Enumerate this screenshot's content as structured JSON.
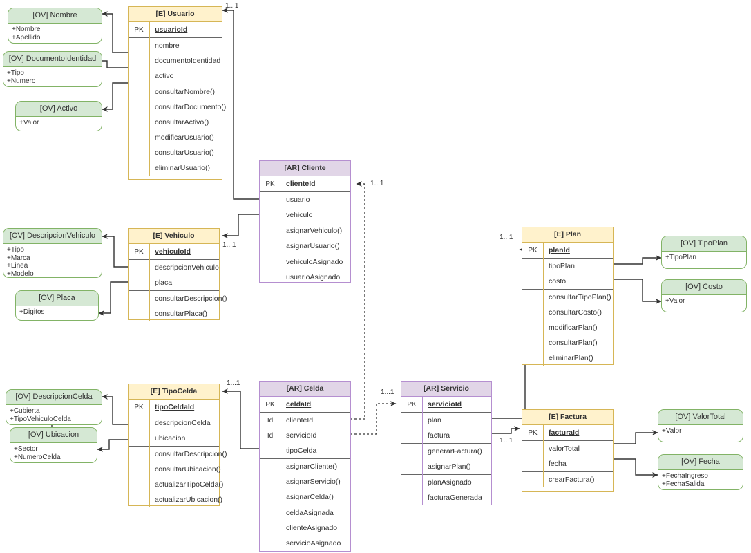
{
  "diagram": {
    "kind": "uml-class-diagram",
    "stereotypes": {
      "entity": "[E]",
      "aggregate_root": "[AR]",
      "object_value": "[OV]"
    },
    "colors": {
      "entity_header": "#fff2cc",
      "entity_border": "#d6b656",
      "aggregate_header": "#e1d5e7",
      "aggregate_border": "#b58fd0",
      "value_header": "#d5e8d4",
      "value_border": "#82b366",
      "line": "#333333",
      "section_separator": "#666666"
    }
  },
  "classes": {
    "usuario": {
      "title": "[E] Usuario",
      "rows": [
        {
          "gutter": "PK",
          "name": "usuarioId",
          "pk": true
        },
        {
          "sep": true
        },
        {
          "gutter": "",
          "name": "nombre"
        },
        {
          "gutter": "",
          "name": "documentoIdentidad"
        },
        {
          "gutter": "",
          "name": "activo"
        },
        {
          "sep": true
        },
        {
          "gutter": "",
          "name": "consultarNombre()"
        },
        {
          "gutter": "",
          "name": "consultarDocumento()"
        },
        {
          "gutter": "",
          "name": "consultarActivo()"
        },
        {
          "gutter": "",
          "name": "modificarUsuario()"
        },
        {
          "gutter": "",
          "name": "consultarUsuario()"
        },
        {
          "gutter": "",
          "name": "eliminarUsuario()"
        }
      ]
    },
    "cliente": {
      "title": "[AR] Cliente",
      "rows": [
        {
          "gutter": "PK",
          "name": "clienteId",
          "pk": true
        },
        {
          "sep": true
        },
        {
          "gutter": "",
          "name": "usuario"
        },
        {
          "gutter": "",
          "name": "vehiculo"
        },
        {
          "sep": true
        },
        {
          "gutter": "",
          "name": "asignarVehiculo()"
        },
        {
          "gutter": "",
          "name": "asignarUsuario()"
        },
        {
          "sep": true
        },
        {
          "gutter": "",
          "name": "vehiculoAsignado"
        },
        {
          "gutter": "",
          "name": "usuarioAsignado"
        }
      ]
    },
    "vehiculo": {
      "title": "[E] Vehiculo",
      "rows": [
        {
          "gutter": "PK",
          "name": "vehiculoId",
          "pk": true
        },
        {
          "sep": true
        },
        {
          "gutter": "",
          "name": "descripcionVehiculo"
        },
        {
          "gutter": "",
          "name": "placa"
        },
        {
          "sep": true
        },
        {
          "gutter": "",
          "name": "consultarDescripcion()"
        },
        {
          "gutter": "",
          "name": "consultarPlaca()"
        }
      ]
    },
    "tipocelda": {
      "title": "[E] TipoCelda",
      "rows": [
        {
          "gutter": "PK",
          "name": "tipoCeldaId",
          "pk": true
        },
        {
          "sep": true
        },
        {
          "gutter": "",
          "name": "descripcionCelda"
        },
        {
          "gutter": "",
          "name": "ubicacion"
        },
        {
          "sep": true
        },
        {
          "gutter": "",
          "name": "consultarDescripcion()"
        },
        {
          "gutter": "",
          "name": "consultarUbicacion()"
        },
        {
          "gutter": "",
          "name": "actualizarTipoCelda()"
        },
        {
          "gutter": "",
          "name": "actualizarUbicacion()"
        }
      ]
    },
    "celda": {
      "title": "[AR] Celda",
      "rows": [
        {
          "gutter": "PK",
          "name": "celdaId",
          "pk": true
        },
        {
          "sep": true
        },
        {
          "gutter": "Id",
          "name": "clienteId"
        },
        {
          "gutter": "Id",
          "name": "servicioId"
        },
        {
          "gutter": "",
          "name": "tipoCelda"
        },
        {
          "sep": true
        },
        {
          "gutter": "",
          "name": "asignarCliente()"
        },
        {
          "gutter": "",
          "name": "asignarServicio()"
        },
        {
          "gutter": "",
          "name": "asignarCelda()"
        },
        {
          "sep": true
        },
        {
          "gutter": "",
          "name": "celdaAsignada"
        },
        {
          "gutter": "",
          "name": "clienteAsignado"
        },
        {
          "gutter": "",
          "name": "servicioAsignado"
        }
      ]
    },
    "servicio": {
      "title": "[AR] Servicio",
      "rows": [
        {
          "gutter": "PK",
          "name": "servicioId",
          "pk": true
        },
        {
          "sep": true
        },
        {
          "gutter": "",
          "name": "plan"
        },
        {
          "gutter": "",
          "name": "factura"
        },
        {
          "sep": true
        },
        {
          "gutter": "",
          "name": "generarFactura()"
        },
        {
          "gutter": "",
          "name": "asignarPlan()"
        },
        {
          "sep": true
        },
        {
          "gutter": "",
          "name": "planAsignado"
        },
        {
          "gutter": "",
          "name": "facturaGenerada"
        }
      ]
    },
    "plan": {
      "title": "[E] Plan",
      "rows": [
        {
          "gutter": "PK",
          "name": "planId",
          "pk": true
        },
        {
          "sep": true
        },
        {
          "gutter": "",
          "name": "tipoPlan"
        },
        {
          "gutter": "",
          "name": "costo"
        },
        {
          "sep": true
        },
        {
          "gutter": "",
          "name": "consultarTipoPlan()"
        },
        {
          "gutter": "",
          "name": "consultarCosto()"
        },
        {
          "gutter": "",
          "name": "modificarPlan()"
        },
        {
          "gutter": "",
          "name": "consultarPlan()"
        },
        {
          "gutter": "",
          "name": "eliminarPlan()"
        }
      ]
    },
    "factura": {
      "title": "[E] Factura",
      "rows": [
        {
          "gutter": "PK",
          "name": "facturaId",
          "pk": true
        },
        {
          "sep": true
        },
        {
          "gutter": "",
          "name": "valorTotal"
        },
        {
          "gutter": "",
          "name": "fecha"
        },
        {
          "sep": true
        },
        {
          "gutter": "",
          "name": "crearFactura()"
        }
      ]
    }
  },
  "values": {
    "nombre": {
      "title": "[OV] Nombre",
      "attrs": [
        "+Nombre",
        "+Apellido"
      ]
    },
    "documentoidentidad": {
      "title": "[OV] DocumentoIdentidad",
      "attrs": [
        "+Tipo",
        "+Numero"
      ]
    },
    "activo": {
      "title": "[OV] Activo",
      "attrs": [
        "+Valor"
      ]
    },
    "descripcionvehiculo": {
      "title": "[OV] DescripcionVehiculo",
      "attrs": [
        "+Tipo",
        "+Marca",
        "+Linea",
        "+Modelo"
      ]
    },
    "placa": {
      "title": "[OV] Placa",
      "attrs": [
        "+Digitos"
      ]
    },
    "descripcioncelda": {
      "title": "[OV] DescripcionCelda",
      "attrs": [
        "+Cubierta",
        "+TipoVehiculoCelda"
      ]
    },
    "ubicacion": {
      "title": "[OV] Ubicacion",
      "attrs": [
        "+Sector",
        "+NumeroCelda"
      ]
    },
    "tipoplan": {
      "title": "[OV] TipoPlan",
      "attrs": [
        "+TipoPlan"
      ]
    },
    "costo": {
      "title": "[OV] Costo",
      "attrs": [
        "+Valor"
      ]
    },
    "valortotal": {
      "title": "[OV] ValorTotal",
      "attrs": [
        "+Valor"
      ]
    },
    "fecha": {
      "title": "[OV] Fecha",
      "attrs": [
        "+FechaIngreso",
        "+FechaSalida"
      ]
    }
  },
  "multiplicities": {
    "cliente_usuario": "1...1",
    "cliente_vehiculo": "1...1",
    "celda_cliente": "1...1",
    "celda_tipocelda": "1...1",
    "celda_servicio": "1...1",
    "servicio_plan": "1...1",
    "servicio_factura": "1...1"
  }
}
